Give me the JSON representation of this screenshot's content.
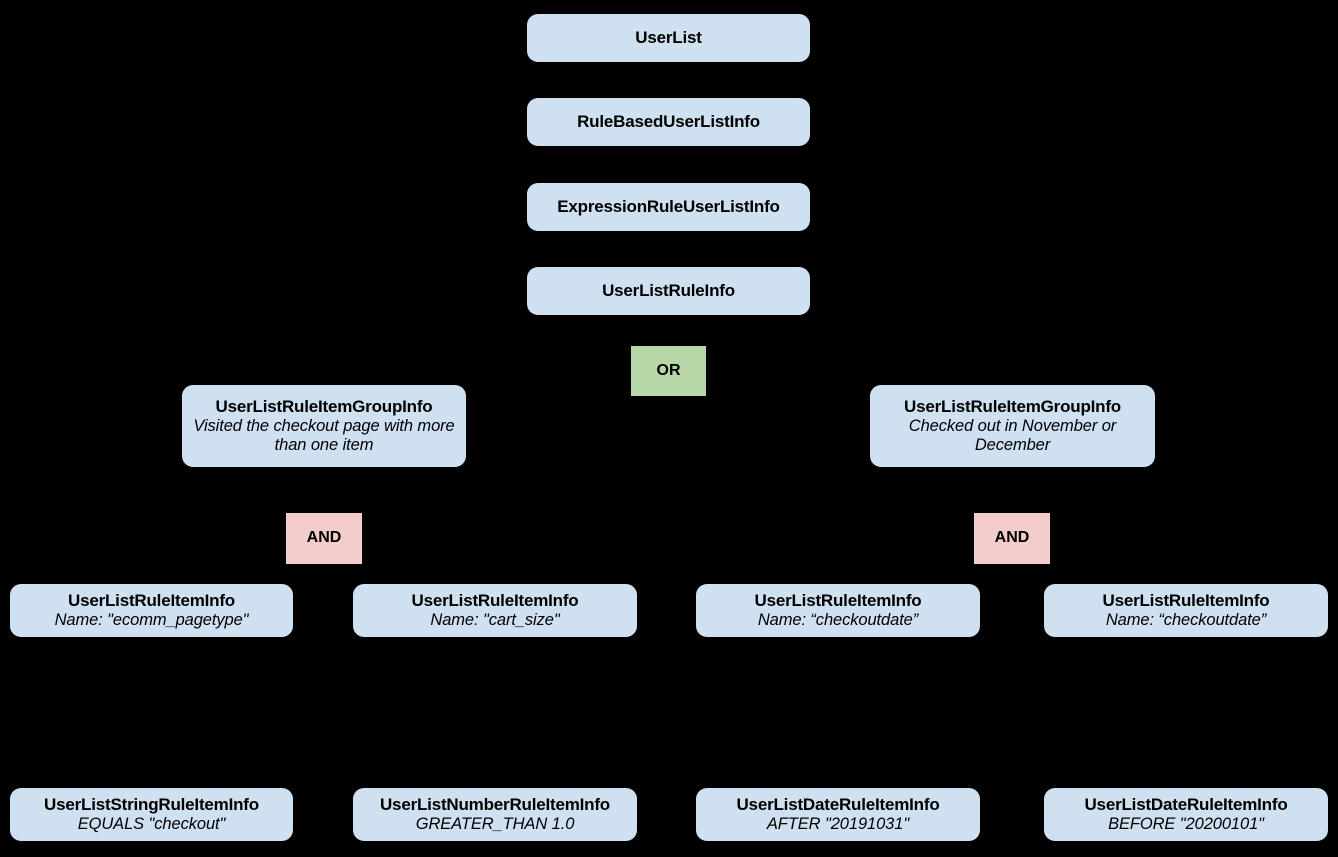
{
  "diagram": {
    "type": "hierarchy-tree",
    "background_color": "#000000",
    "entity_color": "#cfe0f1",
    "or_color": "#b7d7a8",
    "and_color": "#f4cccc",
    "nodes": [
      {
        "id": "userlist",
        "kind": "entity",
        "title": "UserList",
        "detail": ""
      },
      {
        "id": "rulebased",
        "kind": "entity",
        "title": "RuleBasedUserListInfo",
        "detail": ""
      },
      {
        "id": "expressionrule",
        "kind": "entity",
        "title": "ExpressionRuleUserListInfo",
        "detail": ""
      },
      {
        "id": "userlistruleinfo",
        "kind": "entity",
        "title": "UserListRuleInfo",
        "detail": ""
      },
      {
        "id": "or",
        "kind": "or",
        "title": "OR",
        "detail": ""
      },
      {
        "id": "group-left",
        "kind": "entity",
        "title": "UserListRuleItemGroupInfo",
        "detail": "Visited the checkout page with more than one item"
      },
      {
        "id": "group-right",
        "kind": "entity",
        "title": "UserListRuleItemGroupInfo",
        "detail": "Checked out in November or December"
      },
      {
        "id": "and-left",
        "kind": "and",
        "title": "AND",
        "detail": ""
      },
      {
        "id": "and-right",
        "kind": "and",
        "title": "AND",
        "detail": ""
      },
      {
        "id": "item-1",
        "kind": "entity",
        "title": "UserListRuleItemInfo",
        "detail": "Name: \"ecomm_pagetype\""
      },
      {
        "id": "item-2",
        "kind": "entity",
        "title": "UserListRuleItemInfo",
        "detail": "Name: \"cart_size\""
      },
      {
        "id": "item-3",
        "kind": "entity",
        "title": "UserListRuleItemInfo",
        "detail": "Name: “checkoutdate”"
      },
      {
        "id": "item-4",
        "kind": "entity",
        "title": "UserListRuleItemInfo",
        "detail": "Name: “checkoutdate”"
      },
      {
        "id": "leaf-1",
        "kind": "entity",
        "title": "UserListStringRuleItemInfo",
        "detail": "EQUALS \"checkout\""
      },
      {
        "id": "leaf-2",
        "kind": "entity",
        "title": "UserListNumberRuleItemInfo",
        "detail": "GREATER_THAN 1.0"
      },
      {
        "id": "leaf-3",
        "kind": "entity",
        "title": "UserListDateRuleItemInfo",
        "detail": "AFTER \"20191031\""
      },
      {
        "id": "leaf-4",
        "kind": "entity",
        "title": "UserListDateRuleItemInfo",
        "detail": "BEFORE \"20200101\""
      }
    ]
  }
}
